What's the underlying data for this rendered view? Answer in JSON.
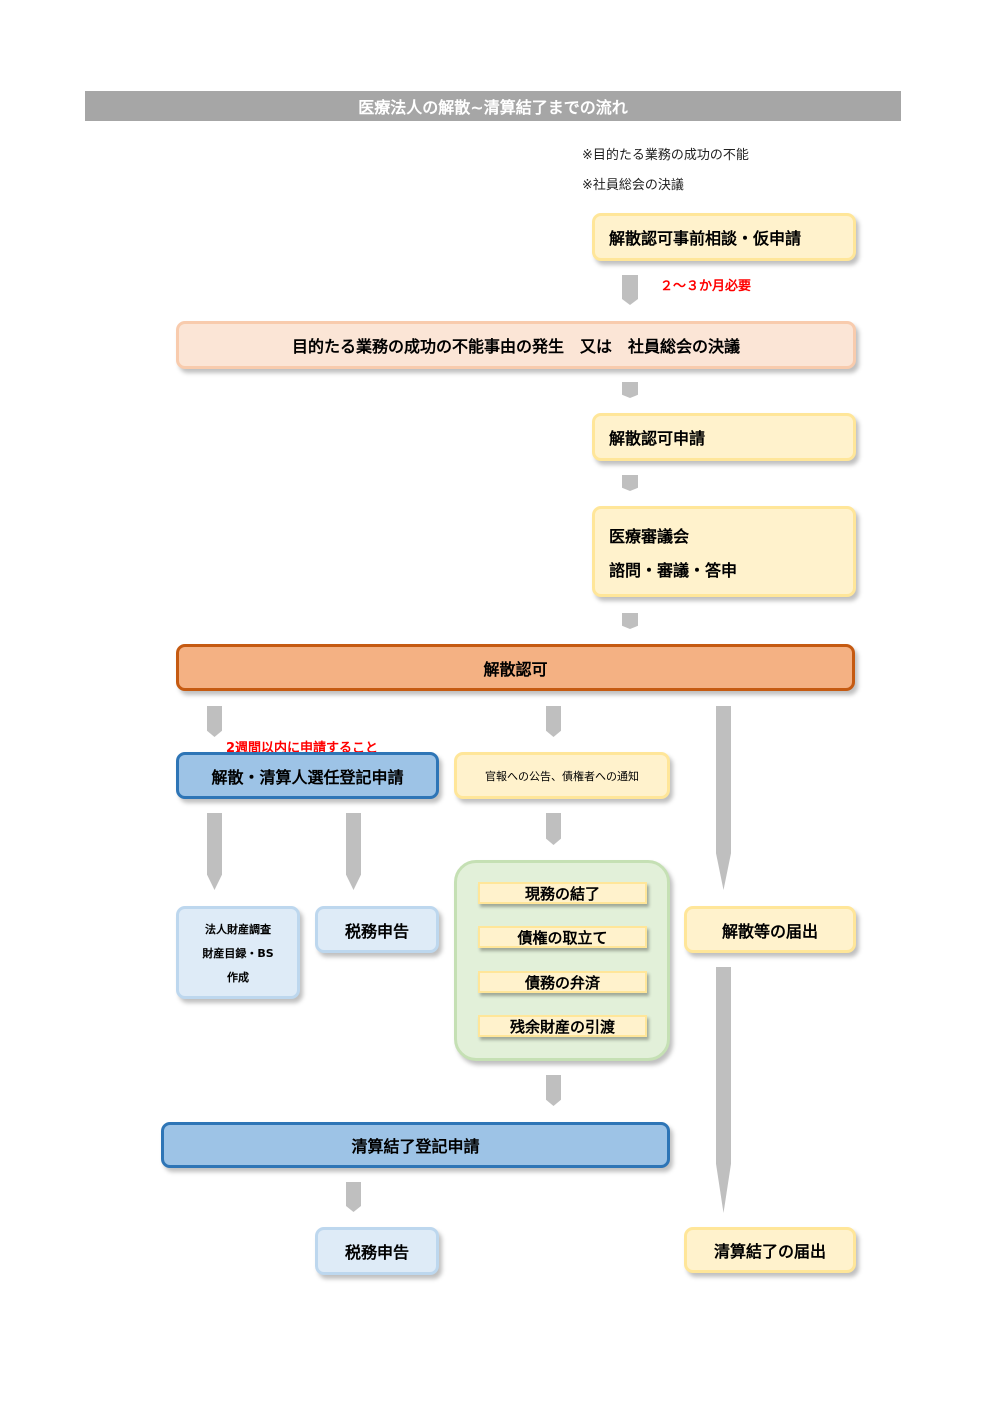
{
  "title": "医療法人の解散~清算結了までの流れ",
  "notes": [
    "※目的たる業務の成功の不能",
    "※社員総会の決議"
  ],
  "steps": {
    "pre_consult": "解散認可事前相談・仮申請",
    "duration_note": "２～３か月必要",
    "cause": "目的たる業務の成功の不能事由の発生　又は　社員総会の決議",
    "application": "解散認可申請",
    "council_line1": "医療審議会",
    "council_line2": "諮問・審議・答申",
    "approval": "解散認可",
    "deadline_note": "2週間以内に申請すること",
    "registration": "解散・清算人選任登記申請",
    "notice": "官報への公告、債権者への通知",
    "property_line1": "法人財産調査",
    "property_line2": "財産目録・BS",
    "property_line3": "作成",
    "tax1": "税務申告",
    "liquidation_items": [
      "現務の結了",
      "債権の取立て",
      "債務の弁済",
      "残余財産の引渡"
    ],
    "dissolution_notice": "解散等の届出",
    "completion_registration": "清算結了登記申請",
    "tax2": "税務申告",
    "completion_notice": "清算結了の届出"
  }
}
